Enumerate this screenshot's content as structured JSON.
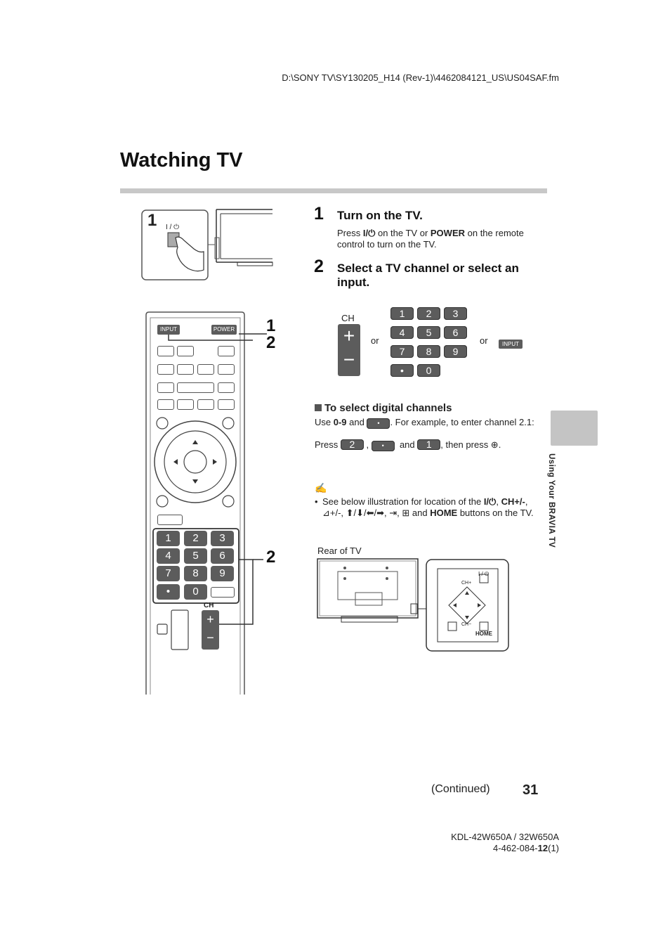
{
  "header": {
    "file_path": "D:\\SONY TV\\SY130205_H14 (Rev-1)\\4462084121_US\\US04SAF.fm"
  },
  "page_title": "Watching TV",
  "side_tab_label": "Using Your BRAVIA TV",
  "illustrations": {
    "tv_callout": "1",
    "power_symbol": "I / ⏻",
    "remote_callouts": [
      "1",
      "2",
      "2"
    ],
    "remote_input_label": "INPUT",
    "remote_power_label": "POWER",
    "remote_ch_label": "CH",
    "remote_keys": [
      "1",
      "2",
      "3",
      "4",
      "5",
      "6",
      "7",
      "8",
      "9",
      "•",
      "0"
    ]
  },
  "step1": {
    "number": "1",
    "title": "Turn on the TV.",
    "text_a": "Press ",
    "symbol": "I/⏻",
    "text_b": " on the TV or ",
    "power_bold": "POWER",
    "text_c": " on the remote control to turn on the TV."
  },
  "step2": {
    "number": "2",
    "title": "Select a TV channel or select an input.",
    "ch_label": "CH",
    "or_label": "or",
    "keypad": [
      "1",
      "2",
      "3",
      "4",
      "5",
      "6",
      "7",
      "8",
      "9",
      "•",
      "0"
    ],
    "input_label": "INPUT"
  },
  "digital": {
    "heading": "To select digital channels",
    "use_text": "Use ",
    "use_bold": "0-9",
    "use_and": " and ",
    "dot_key": "•",
    "use_rest": ". For example, to enter channel 2.1:",
    "press_text": "Press",
    "key_2": "2",
    "key_1": "1",
    "and_text": "and",
    "then_press": ", then press ⊕."
  },
  "note": {
    "icon": "✍",
    "bullet": "•",
    "text_a": "See below illustration for location of the ",
    "sym_power": "I/⏻",
    "sep1": ", ",
    "ch_bold": "CH+/-",
    "line2": "⊿+/-, ⬆/⬇/⬅/➡, ⇥, ⊞ and ",
    "home_bold": "HOME",
    "text_end": " buttons on the TV."
  },
  "rear": {
    "label": "Rear of TV",
    "panel_power": "I / ⏻",
    "panel_ch_plus": "CH+",
    "panel_ch_minus": "CH−",
    "panel_home": "HOME"
  },
  "footer": {
    "continued": "(Continued)",
    "page_number": "31",
    "model": "KDL-42W650A / 32W650A",
    "code_prefix": "4-462-084-",
    "code_bold": "12",
    "code_suffix": "(1)"
  }
}
